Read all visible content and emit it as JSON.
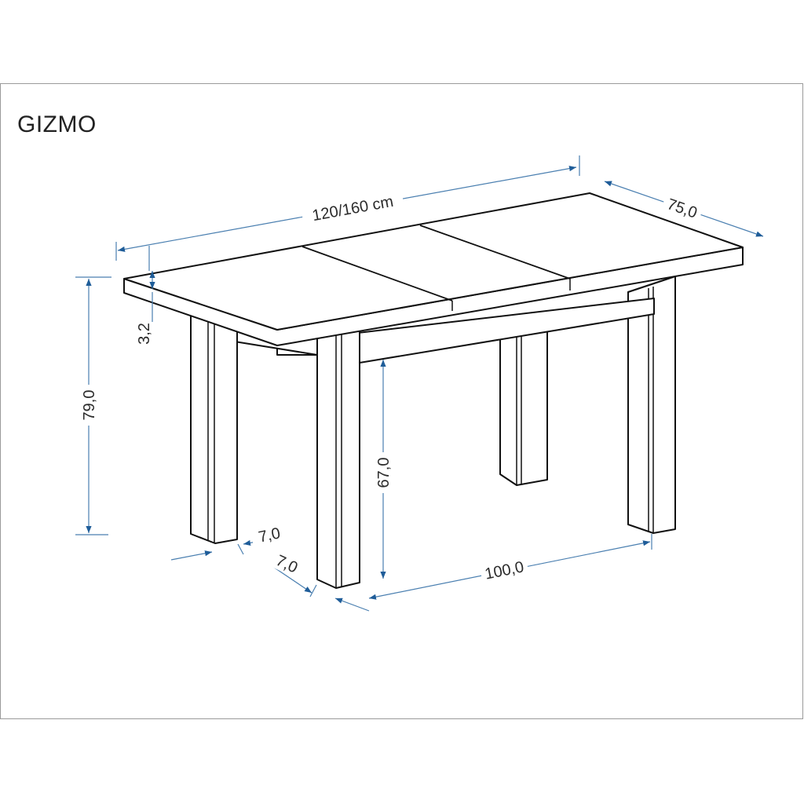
{
  "title": "GIZMO",
  "colors": {
    "dimension": "#4a7fb0",
    "arrow": "#1f5d99",
    "outline": "#111111",
    "frame": "#9a9a9a"
  },
  "dimensions": {
    "length": "120/160 cm",
    "depth": "75,0",
    "top_thickness": "3,2",
    "total_height": "79,0",
    "clearance_height": "67,0",
    "leg_width": "7,0",
    "leg_depth": "7,0",
    "leg_span": "100,0"
  }
}
